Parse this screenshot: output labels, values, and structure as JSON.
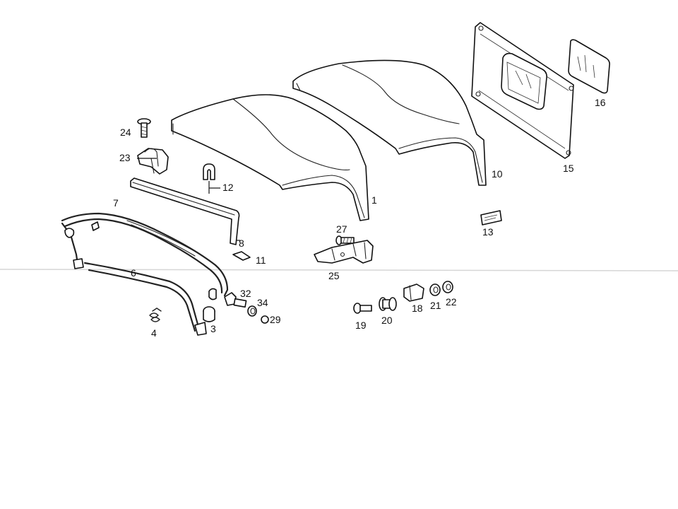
{
  "labels": {
    "p1": "1",
    "p3": "3",
    "p4": "4",
    "p6": "6",
    "p7": "7",
    "p8": "8",
    "p10": "10",
    "p11": "11",
    "p12": "12",
    "p13": "13",
    "p15": "15",
    "p16": "16",
    "p18": "18",
    "p19": "19",
    "p20": "20",
    "p21": "21",
    "p22": "22",
    "p23": "23",
    "p24": "24",
    "p25": "25",
    "p27": "27",
    "p29": "29",
    "p32": "32",
    "p34": "34"
  },
  "colors": {
    "line": "#111111",
    "background": "#ffffff"
  }
}
